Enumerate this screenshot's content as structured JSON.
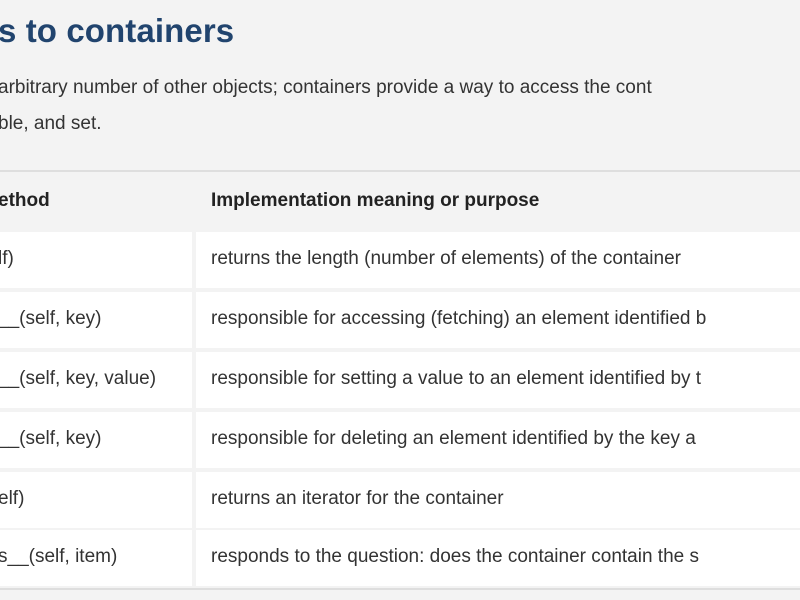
{
  "heading": "s to containers",
  "intro": {
    "line1": " arbitrary number of other objects; containers provide a way to access the cont",
    "line2": "ble, and set."
  },
  "table": {
    "headers": {
      "method": "ethod",
      "purpose": "Implementation meaning or purpose"
    },
    "rows": [
      {
        "method": "lf)",
        "purpose": "returns the length (number of elements) of the container"
      },
      {
        "method": "__(self, key)",
        "purpose": "responsible for accessing (fetching) an element identified b"
      },
      {
        "method": "__(self, key, value)",
        "purpose": "responsible for setting a value to an element identified by t"
      },
      {
        "method": "__(self, key)",
        "purpose": "responsible for deleting an element identified by the key a"
      },
      {
        "method": "elf)",
        "purpose": "returns an iterator for the container"
      },
      {
        "method": "s__(self, item)",
        "purpose": "responds to the question: does the container contain the s"
      }
    ]
  }
}
